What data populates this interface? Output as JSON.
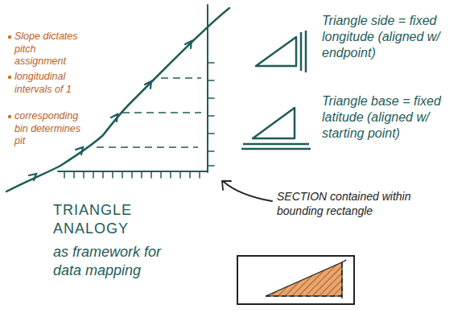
{
  "diagram": {
    "labels": [
      "Slope dictates pitch assignment",
      "longitudinal intervals of 1",
      "corresponding bin determines pit",
      "Triangle side = fixed longitude (aligned w/ endpoint)",
      "Triangle base = fixed latitude (aligned w/ starting point)",
      "SECTION contained within bounding rectangle",
      "TRIANGLE ANALOGY",
      "as framework for data mapping"
    ]
  }
}
